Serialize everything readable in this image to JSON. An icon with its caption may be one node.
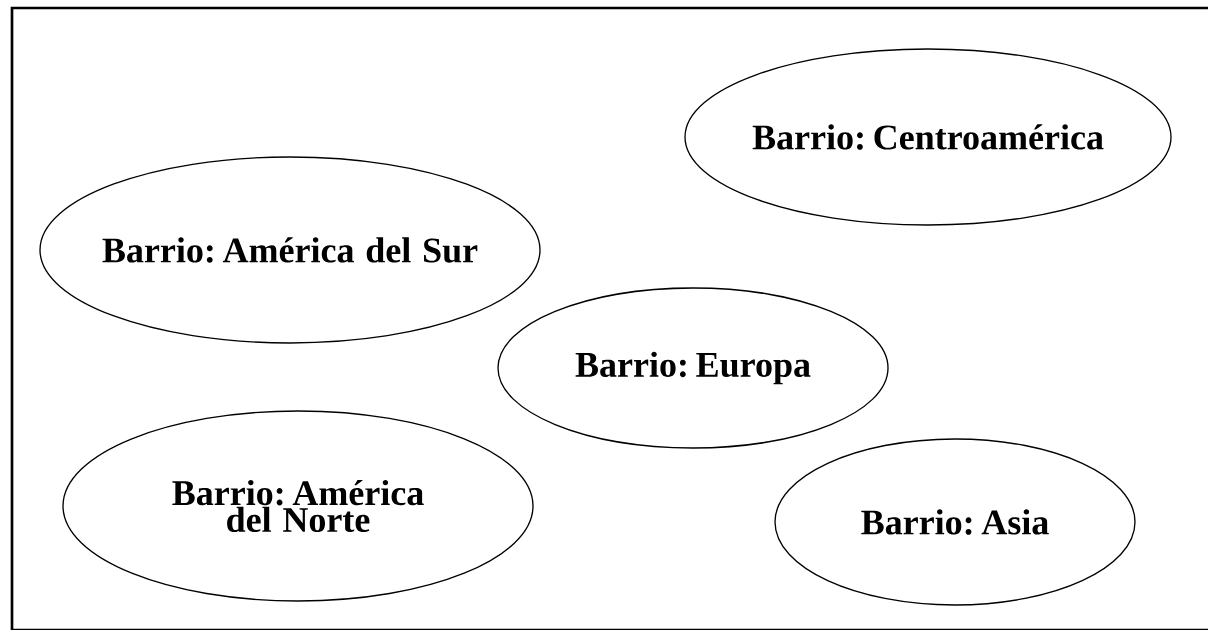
{
  "diagram": {
    "nodes": [
      {
        "text": [],
        "shape": "box"
      },
      {
        "text": [
          "Barrio: Centroamérica"
        ],
        "in": 0
      },
      {
        "text": [
          "Barrio: América del Sur"
        ],
        "in": 0
      },
      {
        "text": [
          "Barrio: Europa"
        ],
        "in": 0
      },
      {
        "text": [
          "Barrio: América del Norte"
        ],
        "in": 0
      },
      {
        "text": [
          "Barrio: Asia"
        ],
        "in": 0
      }
    ]
  }
}
